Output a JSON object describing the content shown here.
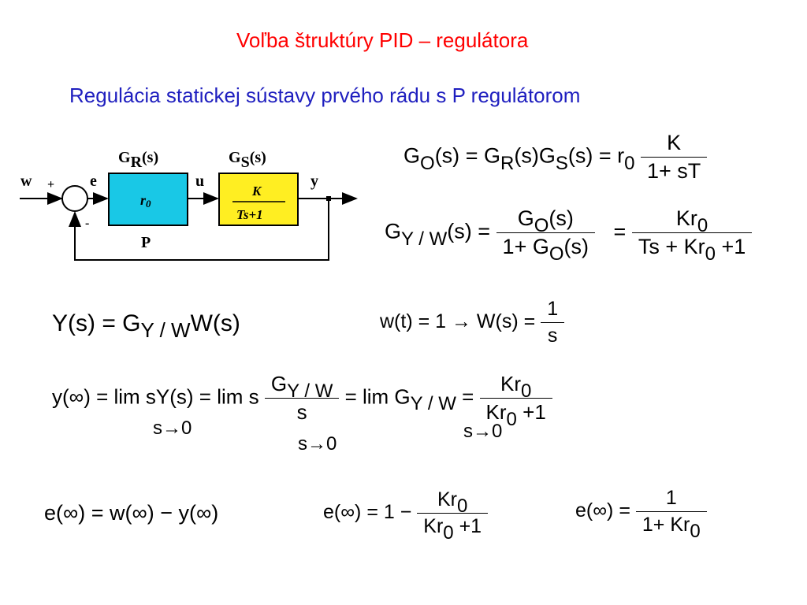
{
  "title": "Voľba štruktúry PID – regulátora",
  "subtitle": "Regulácia statickej sústavy prvého rádu s P regulátorom",
  "diagram": {
    "label_w": "w",
    "label_plus": "+",
    "label_minus": "-",
    "label_e": "e",
    "label_u": "u",
    "label_y": "y",
    "gr_label": "G",
    "gr_sub": "R",
    "gr_arg": "(s)",
    "gs_label": "G",
    "gs_sub": "S",
    "gs_arg": "(s)",
    "controller_text": "r",
    "controller_sub": "0",
    "controller_caption": "P",
    "plant_num": "K",
    "plant_den": "Ts+1",
    "colors": {
      "controller_fill": "#19c8e6",
      "plant_fill": "#ffee22",
      "stroke": "#000000"
    }
  },
  "eq1": {
    "lhs": "G",
    "lhs_sub": "O",
    "arg": "(s)",
    "eq": "=",
    "g2": "G",
    "g2_sub": "R",
    "g3": "(s)G",
    "g3_sub": "S",
    "g3_arg": "(s)",
    "eq2": "=",
    "r": "r",
    "r_sub": "0",
    "num": "K",
    "den": "1+ sT"
  },
  "eq2": {
    "lhs": "G",
    "lhs_sub": "Y / W",
    "arg": "(s)",
    "eq": "=",
    "num": "G",
    "num_sub": "O",
    "num_arg": "(s)",
    "den_a": "1+ G",
    "den_sub": "O",
    "den_arg": "(s)",
    "eq2": "=",
    "num2": "Kr",
    "num2_sub": "0",
    "den2_a": "Ts + Kr",
    "den2_sub": "0",
    "den2_b": " +1"
  },
  "eq3": {
    "lhs": "Y(s) = G",
    "sub": "Y / W",
    "rhs": "W(s)"
  },
  "eq4": {
    "lhs": "w(t) = 1 → W(s) =",
    "num": "1",
    "den": "s"
  },
  "eq5": {
    "lhs": "y(∞) = lim sY(s) = lim s",
    "lim1": "s→0",
    "lim2": "s→0",
    "lim3": "s→0",
    "frac_num": "G",
    "frac_num_sub": "Y / W",
    "frac_den": "s",
    "mid": "= lim G",
    "mid_sub": "Y / W",
    "eq": "=",
    "num": "Kr",
    "num_sub": "0",
    "den": "Kr",
    "den_sub": "0",
    "den_b": " +1"
  },
  "eq6": {
    "text": "e(∞) = w(∞) − y(∞)"
  },
  "eq7": {
    "lhs": "e(∞) = 1 −",
    "num": "Kr",
    "num_sub": "0",
    "den": "Kr",
    "den_sub": "0",
    "den_b": " +1"
  },
  "eq8": {
    "lhs": "e(∞) =",
    "num": "1",
    "den": "1+ Kr",
    "den_sub": "0"
  }
}
